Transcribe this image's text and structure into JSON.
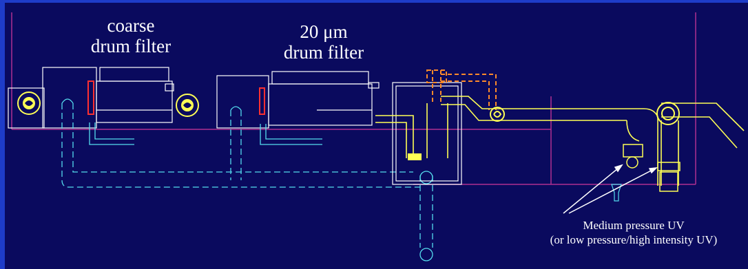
{
  "labels": {
    "coarse_filter_line1": "coarse",
    "coarse_filter_line2": "drum filter",
    "fine_filter_line1": "20 μm",
    "fine_filter_line2": "drum filter",
    "uv_line1": "Medium pressure UV",
    "uv_line2": "(or low pressure/high intensity UV)"
  },
  "colors": {
    "background": "#0a0a5e",
    "left_border": "#1e3cc8",
    "tank_outline": "#ffffff",
    "floor_line": "#b03090",
    "pipe_yellow": "#ffff55",
    "drain_cyan": "#55ddee",
    "valve_red": "#ff3030",
    "orange_section": "#ff8a2a"
  }
}
